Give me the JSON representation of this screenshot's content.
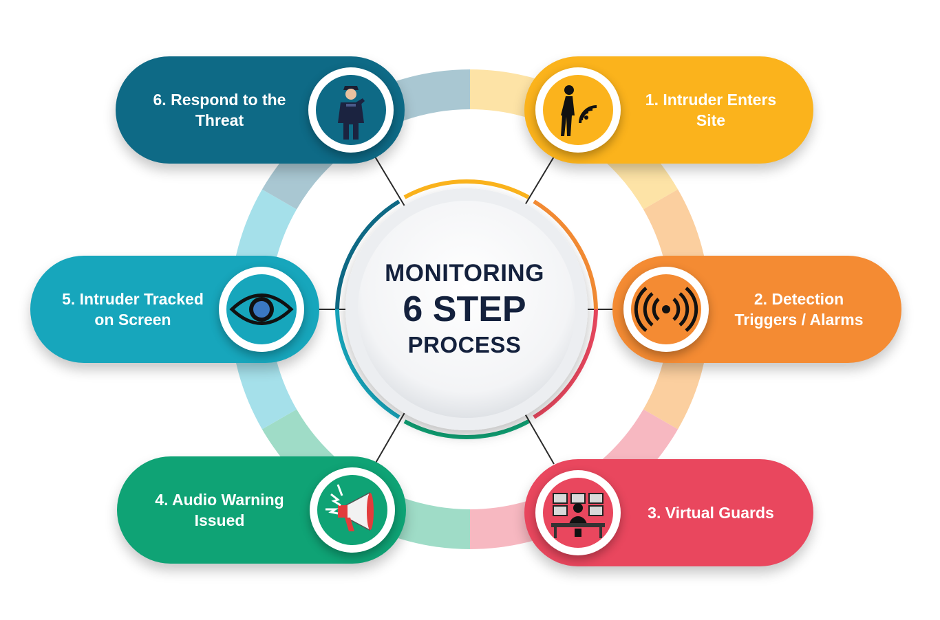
{
  "center": {
    "line1": "MONITORING",
    "line2": "6 STEP",
    "line3": "PROCESS"
  },
  "colors": {
    "step1": "#fbb31c",
    "step2": "#f48b33",
    "step3": "#e9475e",
    "step4": "#0fa375",
    "step5": "#17a6bc",
    "step6": "#0e6a86",
    "title": "#14213d"
  },
  "steps": [
    {
      "label": "1. Intruder Enters\nSite",
      "icon": "walking-person-signal-icon"
    },
    {
      "label": "2.   Detection\nTriggers / Alarms",
      "icon": "alarm-waves-icon"
    },
    {
      "label": "3. Virtual Guards",
      "icon": "monitoring-desk-icon"
    },
    {
      "label": "4. Audio Warning\nIssued",
      "icon": "megaphone-icon"
    },
    {
      "label": "5. Intruder Tracked\non Screen",
      "icon": "eye-icon"
    },
    {
      "label": "6. Respond to the\nThreat",
      "icon": "security-guard-icon"
    }
  ]
}
